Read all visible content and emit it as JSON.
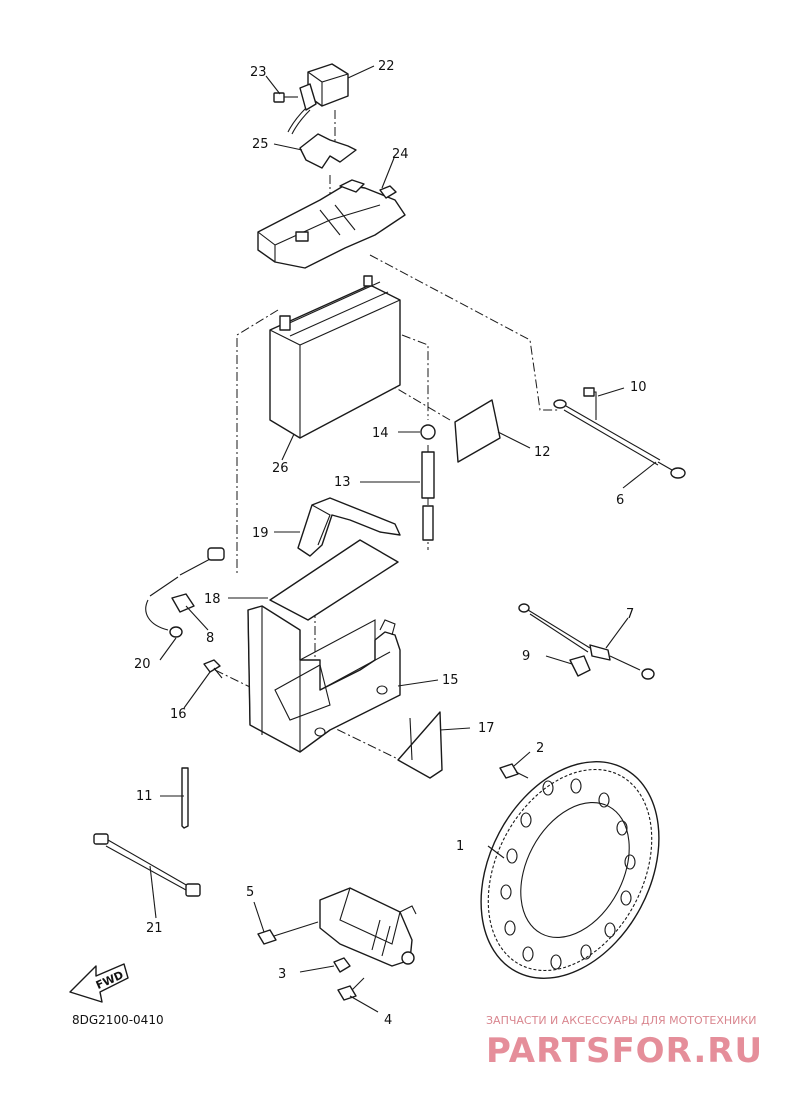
{
  "diagram": {
    "code": "8DG2100-0410",
    "fwd_label": "FWD",
    "callouts": [
      "1",
      "2",
      "3",
      "4",
      "5",
      "6",
      "7",
      "8",
      "9",
      "10",
      "11",
      "12",
      "13",
      "14",
      "15",
      "16",
      "17",
      "18",
      "19",
      "20",
      "21",
      "22",
      "23",
      "24",
      "25",
      "26"
    ]
  },
  "watermark": {
    "tagline": "ЗАПЧАСТИ И АКСЕССУАРЫ ДЛЯ МОТОТЕХНИКИ",
    "brand": "PARTSFOR.RU"
  }
}
